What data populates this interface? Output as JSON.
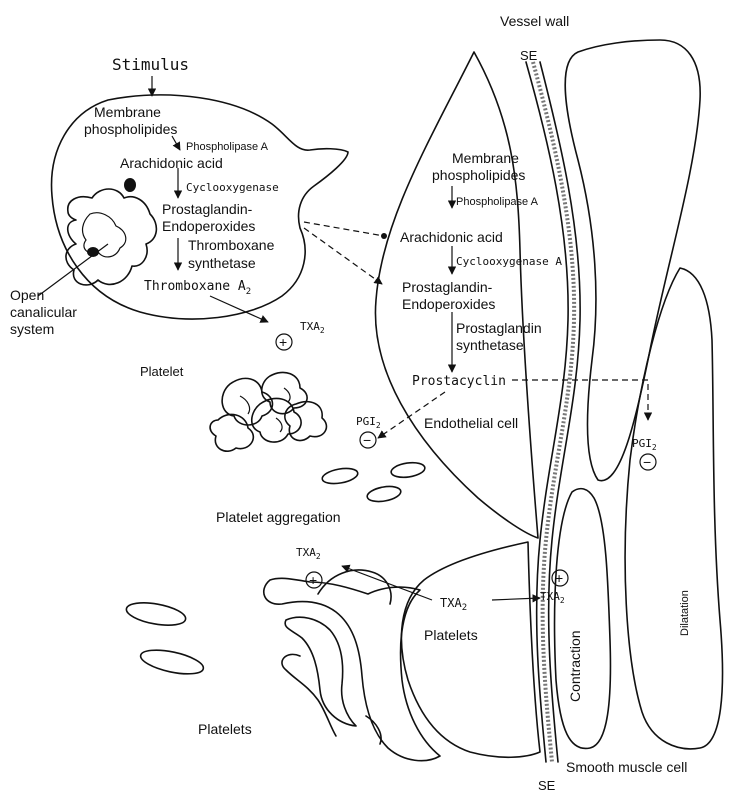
{
  "labels": {
    "vessel_wall": "Vessel wall",
    "se_top": "SE",
    "se_bottom": "SE",
    "stimulus": "Stimulus",
    "platelet": {
      "membrane": "Membrane",
      "phospholipides": "phospholipides",
      "phospholipase": "Phospholipase A",
      "arachidonic": "Arachidonic acid",
      "cyclooxygenase": "Cyclooxygenase",
      "prostaglandin": "Prostaglandin-",
      "endoperoxides": "Endoperoxides",
      "thromboxane": "Thromboxane",
      "synthetase": "synthetase",
      "thromboxane_a2": "Thromboxane A",
      "sub2": "2"
    },
    "open": "Open",
    "canalicular": "canalicular",
    "system": "system",
    "platelet_label": "Platelet",
    "txa_label": "TXA",
    "plus": "+",
    "minus": "−",
    "endo": {
      "membrane": "Membrane",
      "phospholipides": "phospholipides",
      "phospholipase": "Phospholipase A",
      "arachidonic": "Arachidonic acid",
      "cyclooxygenase": "Cyclooxygenase A",
      "prostaglandin": "Prostaglandin-",
      "endoperoxides": "Endoperoxides",
      "pg": "Prostaglandin",
      "synthetase": "synthetase",
      "prostacyclin": "Prostacyclin"
    },
    "pgi_label": "PGI",
    "endothelial_cell": "Endothelial cell",
    "platelet_aggregation": "Platelet aggregation",
    "platelets_center": "Platelets",
    "platelets_left": "Platelets",
    "contraction": "Contraction",
    "dilatation": "Dilatation",
    "smooth_muscle_cell": "Smooth muscle cell"
  }
}
